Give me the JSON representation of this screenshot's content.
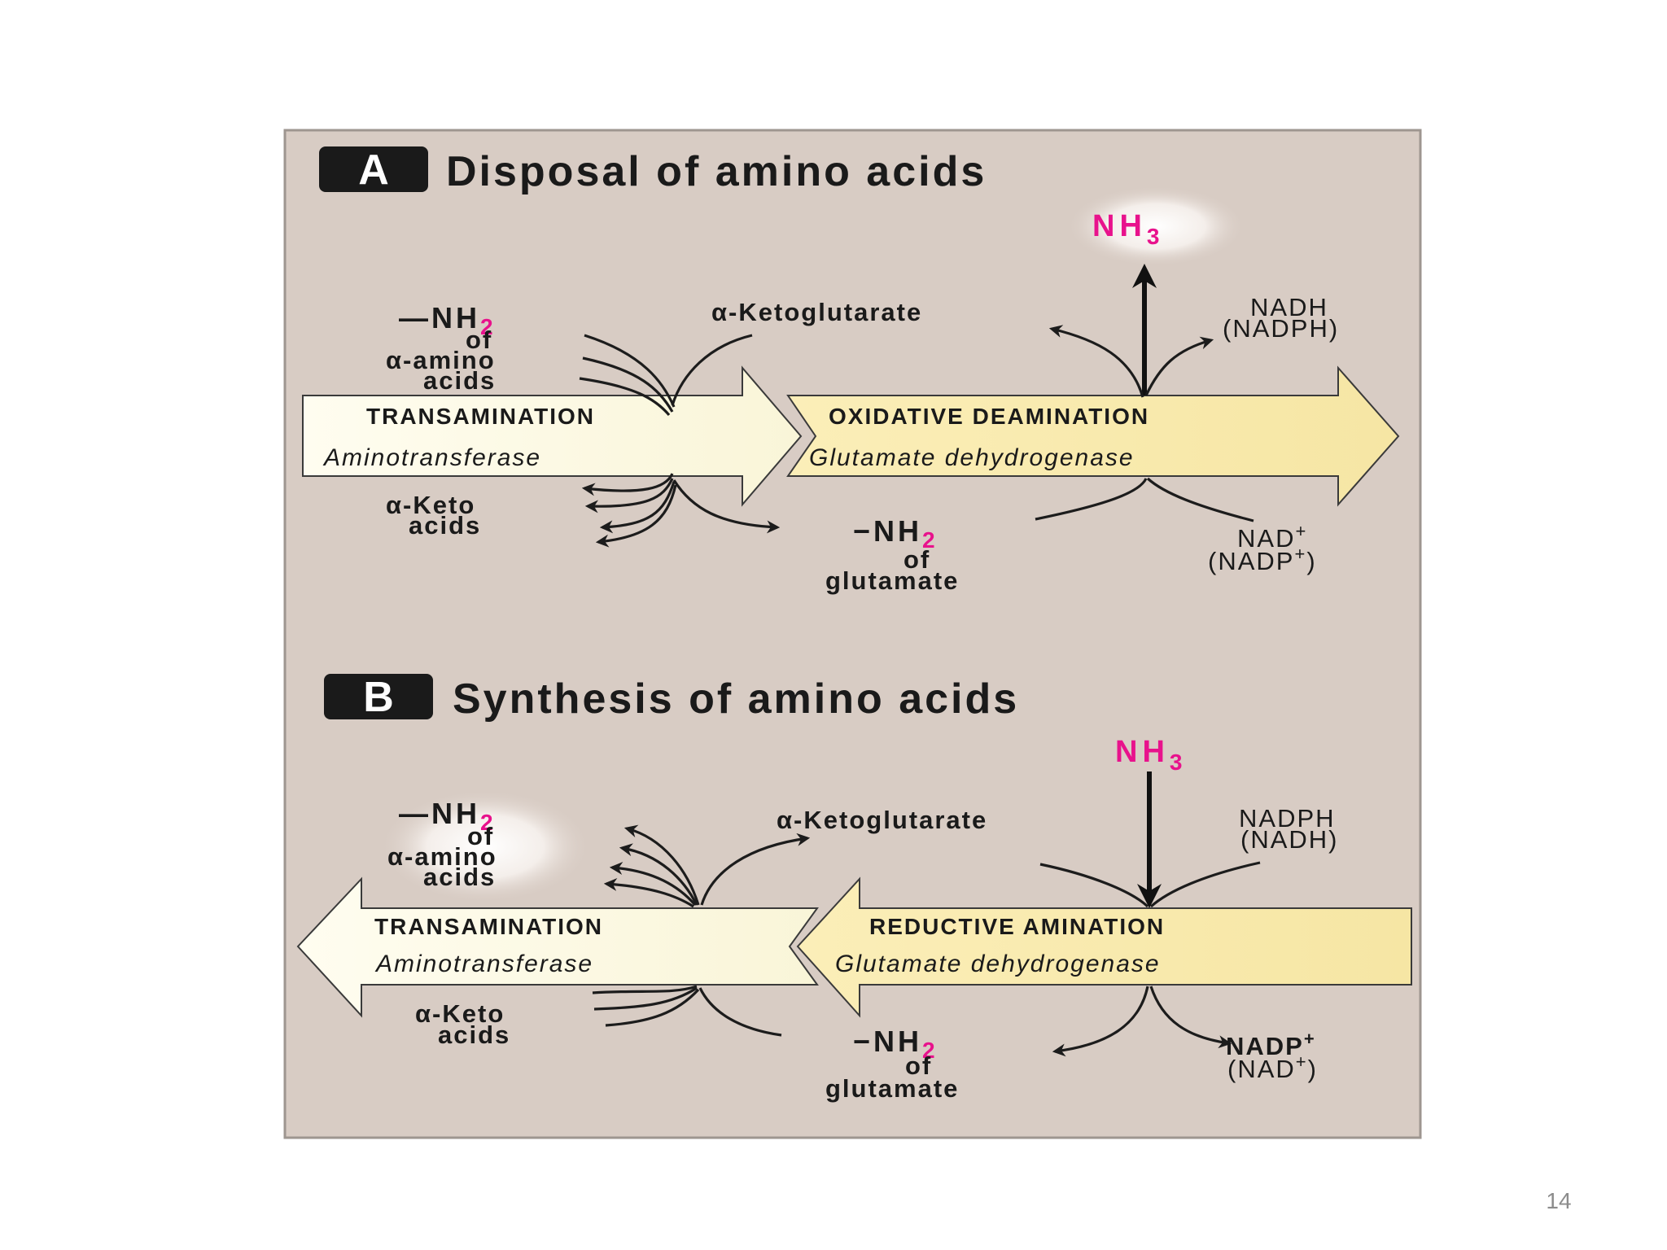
{
  "page_number": "14",
  "panel_a": {
    "badge": "A",
    "title": "Disposal of amino acids",
    "nh3_label": "NH",
    "nh3_sub": "3",
    "amino_nh2": "—NH",
    "amino_nh2_sub": "2",
    "amino_of": "of",
    "amino_alpha": "α-amino",
    "amino_acids": "acids",
    "ketoglutarate": "α-Ketoglutarate",
    "nadh": "NADH",
    "nadph": "(NADPH)",
    "transamination": "TRANSAMINATION",
    "aminotransferase": "Aminotransferase",
    "oxidative_deamination": "OXIDATIVE DEAMINATION",
    "glutamate_dh": "Glutamate dehydrogenase",
    "keto_alpha": "α-Keto",
    "keto_acids": "acids",
    "glu_nh2": "−NH",
    "glu_nh2_sub": "2",
    "glu_of": "of",
    "glutamate": "glutamate",
    "nad_plus": "NAD",
    "nad_plus_sup": "+",
    "nadp_plus": "(NADP",
    "nadp_plus_sup": "+",
    "nadp_close": ")"
  },
  "panel_b": {
    "badge": "B",
    "title": "Synthesis of amino acids",
    "nh3_label": "NH",
    "nh3_sub": "3",
    "amino_nh2": "—NH",
    "amino_nh2_sub": "2",
    "amino_of": "of",
    "amino_alpha": "α-amino",
    "amino_acids": "acids",
    "ketoglutarate": "α-Ketoglutarate",
    "nadph": "NADPH",
    "nadh": "(NADH)",
    "transamination": "TRANSAMINATION",
    "aminotransferase": "Aminotransferase",
    "reductive_amination": "REDUCTIVE AMINATION",
    "glutamate_dh": "Glutamate dehydrogenase",
    "keto_alpha": "α-Keto",
    "keto_acids": "acids",
    "glu_nh2": "−NH",
    "glu_nh2_sub": "2",
    "glu_of": "of",
    "glutamate": "glutamate",
    "nadp_plus": "NADP",
    "nadp_plus_sup": "+",
    "nad_plus": "(NAD",
    "nad_plus_sup": "+",
    "nad_close": ")"
  },
  "colors": {
    "panel_bg": "#d8ccc4",
    "arrow_fill_light": "#fdfbe6",
    "arrow_fill_yellow": "#f8eab2",
    "accent_magenta": "#e8128c",
    "badge_bg": "#1a1a1a"
  }
}
